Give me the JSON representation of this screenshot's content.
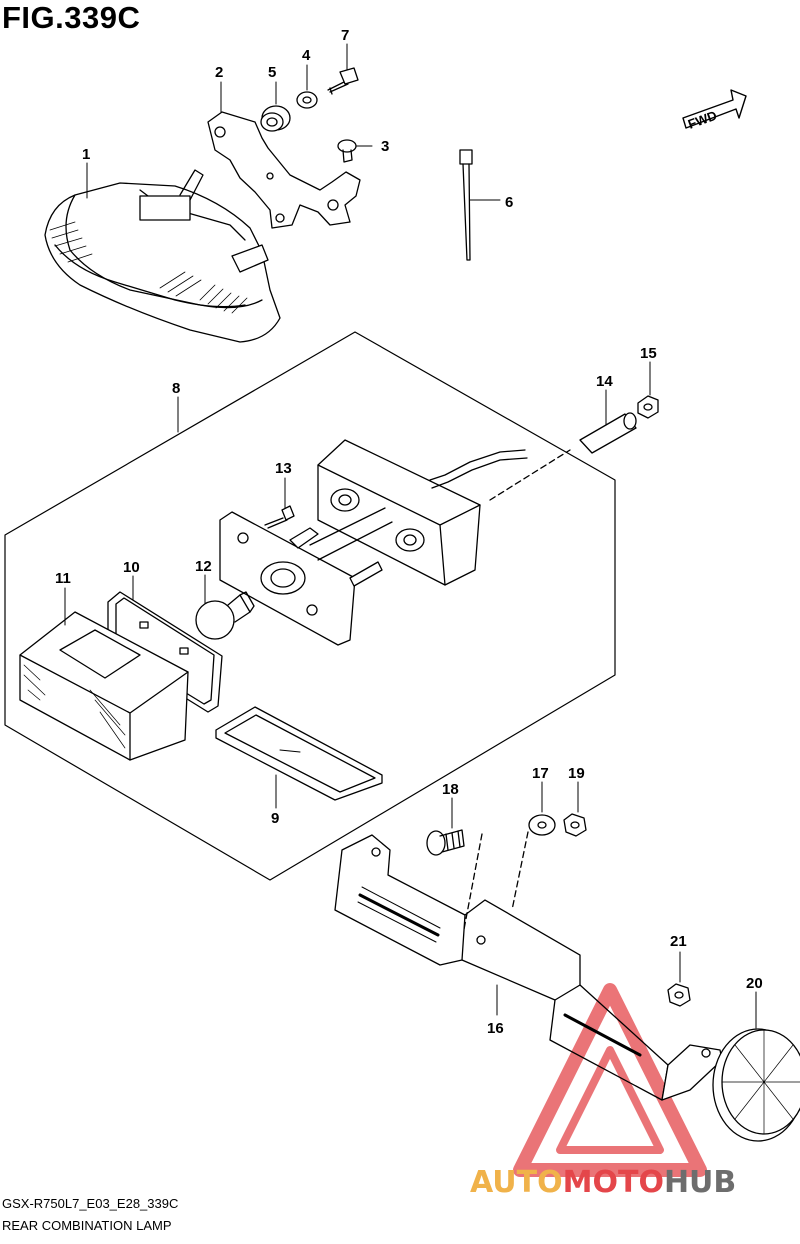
{
  "figure": {
    "title": "FIG.339C",
    "model_code": "GSX-R750L7_E03_E28_339C",
    "name": "REAR COMBINATION LAMP",
    "direction_label": "FWD"
  },
  "callouts": [
    "1",
    "2",
    "3",
    "4",
    "5",
    "6",
    "7",
    "8",
    "9",
    "10",
    "11",
    "12",
    "13",
    "14",
    "15",
    "16",
    "17",
    "18",
    "19",
    "20",
    "21"
  ],
  "watermark": {
    "part1": "AUTO",
    "part2": "MOTO",
    "part3": "HUB",
    "color_orange": "#f0b24a",
    "color_red": "#e4464a",
    "color_gray": "#6d6d6d"
  }
}
